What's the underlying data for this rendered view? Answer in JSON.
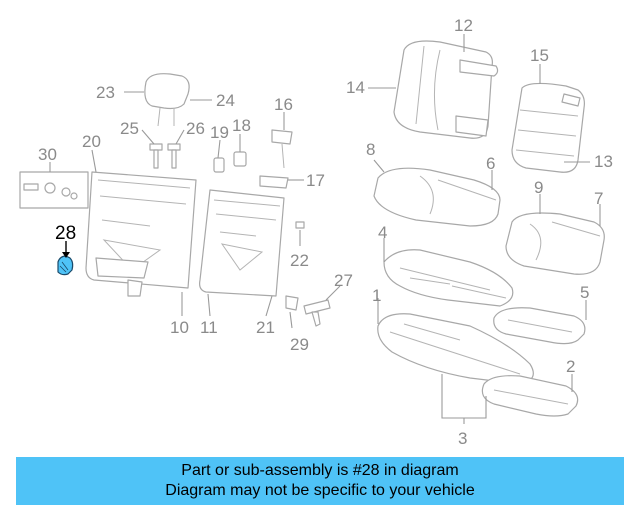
{
  "diagram": {
    "highlighted_part": "28",
    "callouts": {
      "c1": "1",
      "c2": "2",
      "c3": "3",
      "c4": "4",
      "c5": "5",
      "c6": "6",
      "c7": "7",
      "c8": "8",
      "c9": "9",
      "c10": "10",
      "c11": "11",
      "c12": "12",
      "c13": "13",
      "c14": "14",
      "c15": "15",
      "c16": "16",
      "c17": "17",
      "c18": "18",
      "c19": "19",
      "c20": "20",
      "c21": "21",
      "c22": "22",
      "c23": "23",
      "c24": "24",
      "c25": "25",
      "c26": "26",
      "c27": "27",
      "c28": "28",
      "c29": "29",
      "c30": "30"
    },
    "colors": {
      "highlight": "#4fc3f7",
      "outline": "#a8a8a8",
      "callout_text": "#8a8a8a"
    }
  },
  "banner": {
    "line1": "Part or sub-assembly is #28 in diagram",
    "line2": "Diagram may not be specific to your vehicle"
  }
}
